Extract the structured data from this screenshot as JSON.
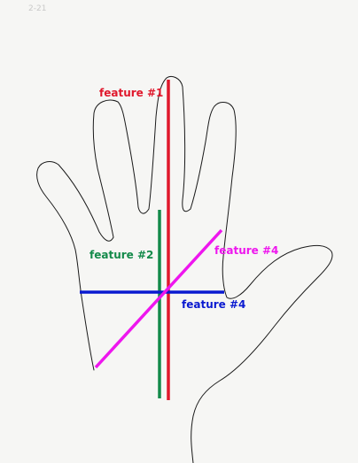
{
  "page_mark": "2-21",
  "features": [
    {
      "id": "feature-1",
      "label": "feature #1",
      "color": "#e0182c"
    },
    {
      "id": "feature-2",
      "label": "feature #2",
      "color": "#138a4a"
    },
    {
      "id": "feature-3",
      "label": "feature #4",
      "color": "#0a1ad0"
    },
    {
      "id": "feature-4",
      "label": "feature #4",
      "color": "#ee16ee"
    }
  ],
  "outline_color": "#1a1a1a"
}
